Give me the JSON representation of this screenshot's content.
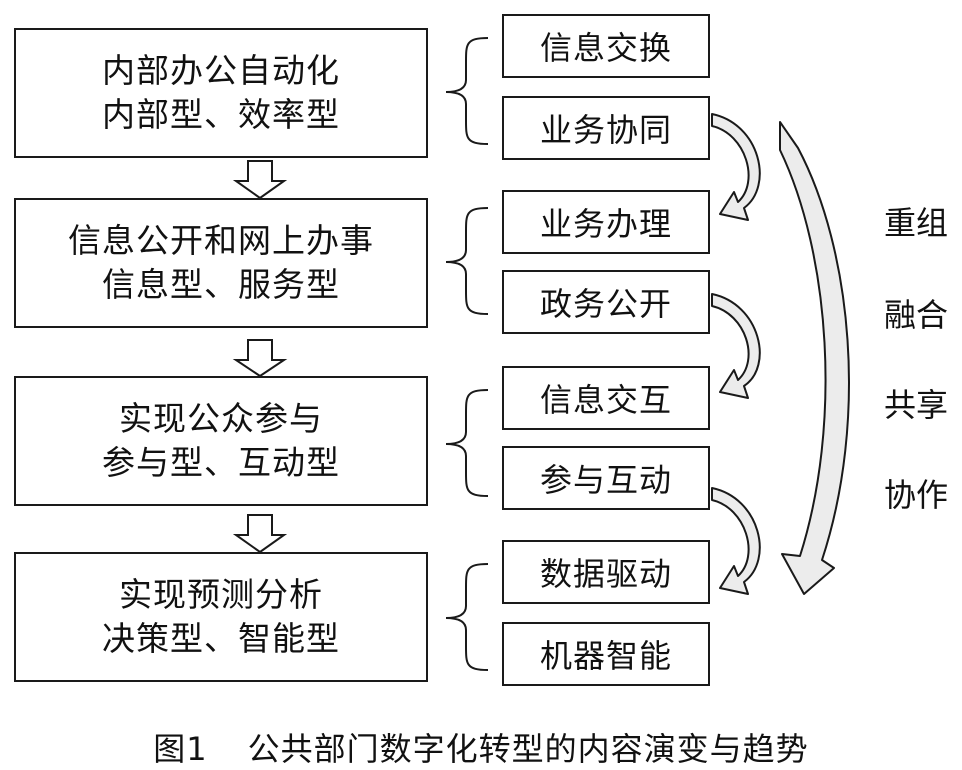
{
  "stages": [
    {
      "line1": "内部办公自动化",
      "line2": "内部型、效率型"
    },
    {
      "line1": "信息公开和网上办事",
      "line2": "信息型、服务型"
    },
    {
      "line1": "实现公众参与",
      "line2": "参与型、互动型"
    },
    {
      "line1": "实现预测分析",
      "line2": "决策型、智能型"
    }
  ],
  "items": [
    "信息交换",
    "业务协同",
    "业务办理",
    "政务公开",
    "信息交互",
    "参与互动",
    "数据驱动",
    "机器智能"
  ],
  "side_words": [
    "重组",
    "融合",
    "共享",
    "协作"
  ],
  "caption": {
    "number": "图1",
    "title": "公共部门数字化转型的内容演变与趋势"
  }
}
